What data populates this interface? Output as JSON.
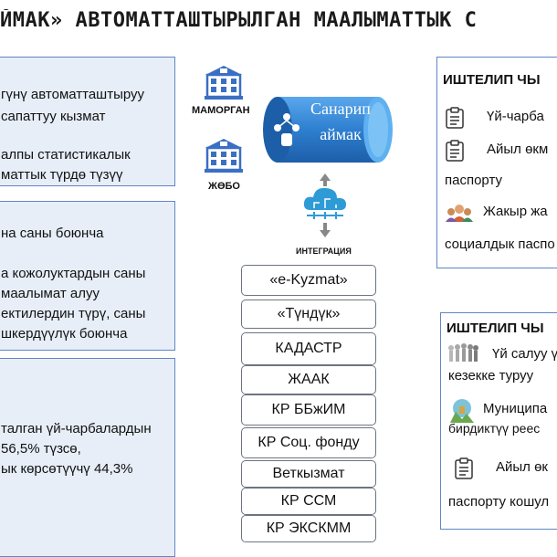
{
  "title": "ЙМАК» АВТОМАТТАШТЫРЫЛГАН МААЛЫМАТТЫК С",
  "left_panels": [
    {
      "lines": [
        "гүнү автоматташтыруу",
        "сапаттуу кызмат",
        "",
        "алпы статистикалык",
        "маттык түрдө түзүү"
      ]
    },
    {
      "lines": [
        "на саны боюнча",
        "",
        "а кожолуктардын саны",
        "маалымат алуу",
        "ектилердин түрү, саны",
        "шкердүүлүк боюнча"
      ]
    },
    {
      "lines": [
        "",
        "талган үй-чарбалардын",
        "56,5% түзсө,",
        "ык көрсөтүүчү 44,3%"
      ]
    }
  ],
  "center": {
    "maporgan_label": "МАМОРГАН",
    "jebo_label": "ЖӨБО",
    "cylinder_line1": "Санарип",
    "cylinder_line2": "аймак",
    "integration_label": "ИНТЕГРАЦИЯ",
    "systems": [
      "«е-Kyzmat»",
      "«Түндүк»",
      "КАДАСТР",
      "ЖААК",
      "КР ББжИМ",
      "КР Соц. фонду",
      "Веткызмат",
      "КР ССМ",
      "КР ЭКСКММ"
    ]
  },
  "right_panels": [
    {
      "header": "ИШТЕЛИП ЧЫ",
      "items": [
        "Үй-чарба",
        "Айыл өкм",
        "паспорту",
        "Жакыр жа",
        "социалдык паспо"
      ]
    },
    {
      "header": "ИШТЕЛИП ЧЫ",
      "items": [
        "Үй салуу ү",
        "кезекке туруу",
        "Муниципа",
        "бирдиктүү реес",
        "Айыл өк",
        "паспорту кошул"
      ]
    }
  ],
  "colors": {
    "panel_fill": "#e7eef8",
    "panel_border": "#5f86c5",
    "cylinder": "#2e7fd0",
    "building": "#3a6fc4"
  }
}
